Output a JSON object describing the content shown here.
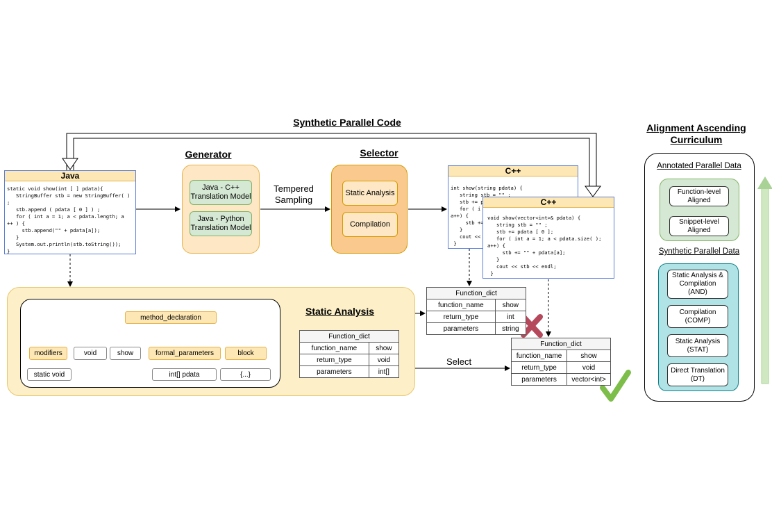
{
  "titles": {
    "synthetic_parallel_code": "Synthetic Parallel Code",
    "generator": "Generator",
    "selector": "Selector",
    "static_analysis": "Static Analysis",
    "alignment": "Alignment Ascending Curriculum"
  },
  "java": {
    "header": "Java",
    "code": "static void show(int [ ] pdata){\n   StringBuffer stb = new StringBuffer( )\n;\n   stb.append ( pdata [ 0 ] ) ;\n   for ( int a = 1; a < pdata.length; a\n++ ) {\n     stb.append(\"\" + pdata[a]);\n   }\n   System.out.println(stb.toString());\n}"
  },
  "generator": {
    "models": [
      "Java - C++\nTranslation Model",
      "Java - Python\nTranslation Model"
    ]
  },
  "tempered_sampling": "Tempered\nSampling",
  "selector": {
    "items": [
      "Static Analysis",
      "Compilation"
    ]
  },
  "cpp1": {
    "header": "C++",
    "code": "int show(string pdata) {\n   string stb = \"\" ;\n   stb += p\n   for ( i\na++) {\n     stb +=\n   }\n   cout <<\n }"
  },
  "cpp2": {
    "header": "C++",
    "code": "void show(vector<int>& pdata) {\n   string stb = \"\" ;\n   stb += pdata [ 0 ];\n   for ( int a = 1; a < pdata.size( );\na++) {\n     stb += \"\" + pdata[a];\n   }\n   cout << stb << endl;\n }"
  },
  "ast": {
    "root": "method_declaration",
    "children": [
      "modifiers",
      "void",
      "show",
      "formal_parameters",
      "block"
    ],
    "leaves": [
      "static void",
      "int[] pdata",
      "{...}"
    ]
  },
  "dicts": {
    "java": {
      "title": "Function_dict",
      "rows": [
        [
          "function_name",
          "show"
        ],
        [
          "return_type",
          "void"
        ],
        [
          "parameters",
          "int[]"
        ]
      ]
    },
    "cpp1": {
      "title": "Function_dict",
      "rows": [
        [
          "function_name",
          "show"
        ],
        [
          "return_type",
          "int"
        ],
        [
          "parameters",
          "string"
        ]
      ]
    },
    "cpp2": {
      "title": "Function_dict",
      "rows": [
        [
          "function_name",
          "show"
        ],
        [
          "return_type",
          "void"
        ],
        [
          "parameters",
          "vector<int>"
        ]
      ]
    }
  },
  "select_label": "Select",
  "curriculum": {
    "annotated_title": "Annotated Parallel Data",
    "annotated_items": [
      "Function-level\nAligned",
      "Snippet-level\nAligned"
    ],
    "synthetic_title": "Synthetic Parallel Data",
    "synthetic_items": [
      "Static Analysis &\nCompilation\n(AND)",
      "Compilation\n(COMP)",
      "Static Analysis\n(STAT)",
      "Direct Translation\n(DT)"
    ]
  },
  "colors": {
    "yellow_fill": "#fde7b4",
    "orange_fill": "#f9c98e",
    "green_fill": "#d5e8d4",
    "teal_fill": "#b0e3e6",
    "cross": "#b5485b",
    "check": "#7dbd4a"
  }
}
